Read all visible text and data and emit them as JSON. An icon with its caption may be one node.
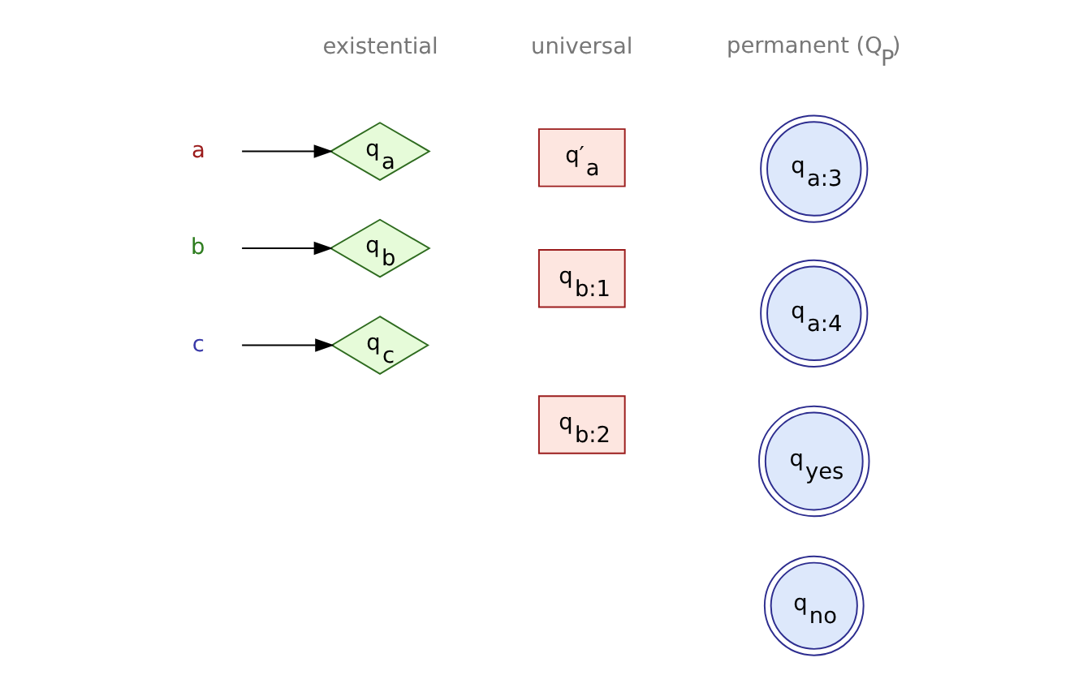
{
  "diagram": {
    "nodes": [
      {
        "text": [
          "a"
        ]
      },
      {
        "text": [
          "q$_{a}$"
        ]
      },
      {
        "text": [
          "b"
        ]
      },
      {
        "text": [
          "q$_{b}$"
        ]
      },
      {
        "text": [
          "c"
        ]
      },
      {
        "text": [
          "q$_{c}$"
        ]
      },
      {
        "text": [
          "q′$_{a}$"
        ]
      },
      {
        "text": [
          "q$_{b:1}$"
        ]
      },
      {
        "text": [
          "q$_{b:2}$"
        ]
      },
      {
        "text": [
          "q$_{a:3}$"
        ]
      },
      {
        "text": [
          "q$_{a:4}$"
        ]
      },
      {
        "text": [
          "q$_{yes}$"
        ]
      },
      {
        "text": [
          "q$_{no}$"
        ]
      }
    ],
    "edges": [
      {
        "from": 0,
        "to": 1,
        "arrow": "to"
      },
      {
        "from": 2,
        "to": 3,
        "arrow": "to"
      },
      {
        "from": 4,
        "to": 5,
        "arrow": "to"
      }
    ],
    "labels": [
      "existential",
      "universal",
      "permanent (Q$_{P}$)"
    ]
  }
}
